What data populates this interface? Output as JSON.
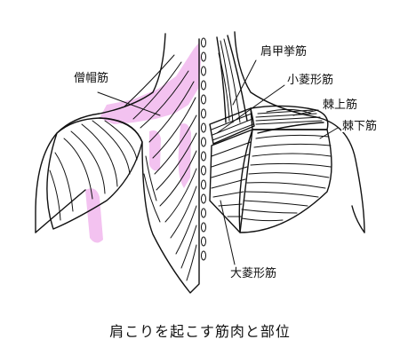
{
  "labels": {
    "trapezius": "僧帽筋",
    "levator_scapulae": "肩甲挙筋",
    "rhomboid_minor": "小菱形筋",
    "supraspinatus": "棘上筋",
    "infraspinatus": "棘下筋",
    "rhomboid_major": "大菱形筋"
  },
  "caption": "肩こりを起こす筋肉と部位",
  "colors": {
    "ink": "#111111",
    "highlight": "#f3c2f0",
    "background": "#ffffff"
  }
}
